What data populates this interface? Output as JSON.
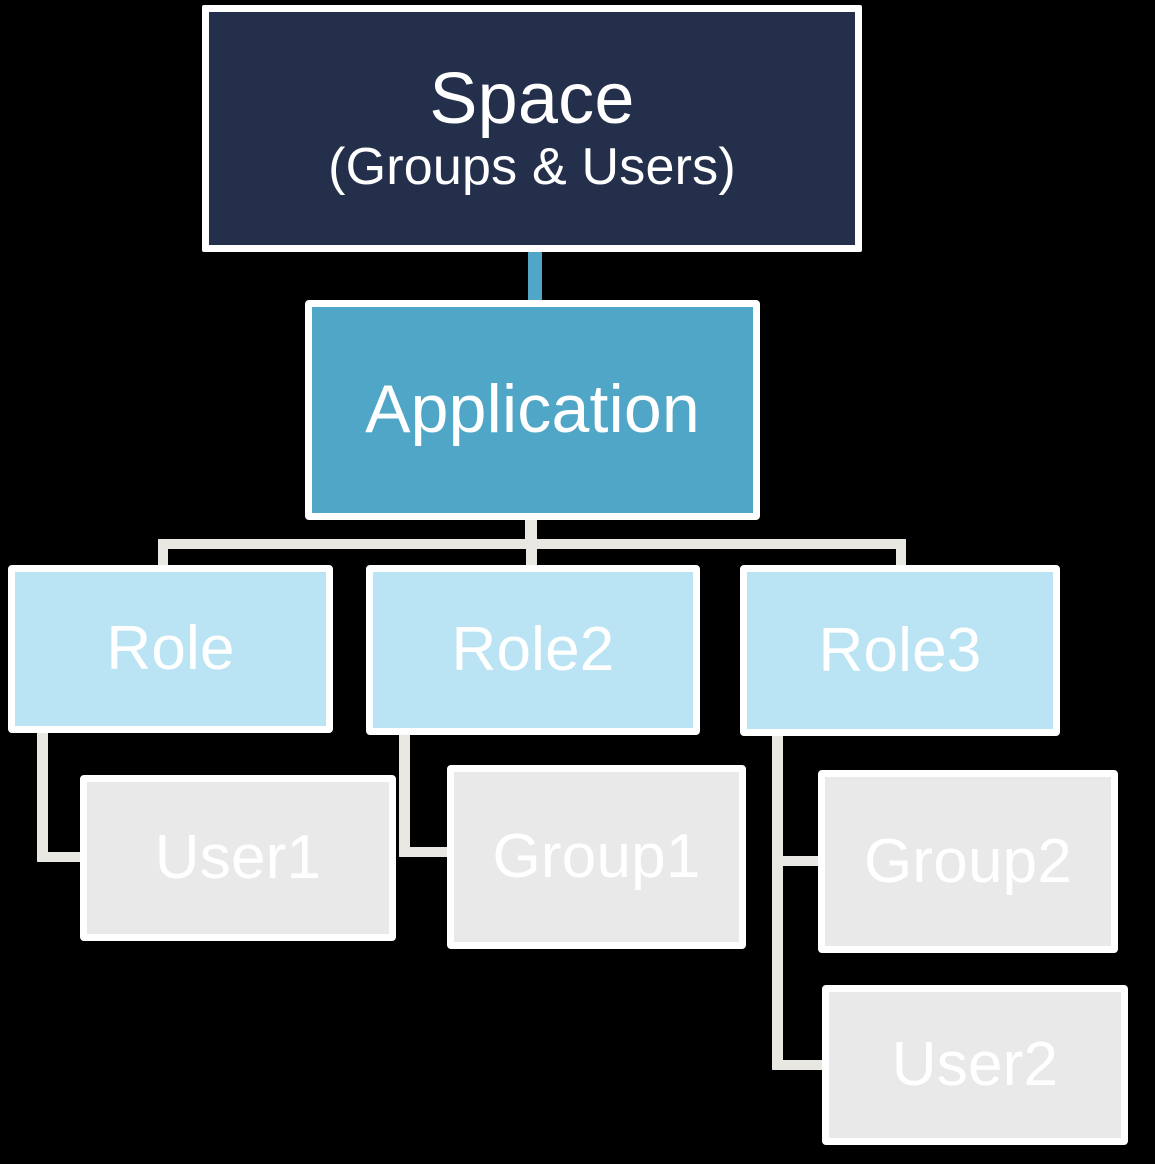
{
  "diagram": {
    "background_color": "#000000",
    "connector_color": "#e9e7e1",
    "accent_connector_color": "#4fa6c6",
    "nodes": {
      "space": {
        "line1": "Space",
        "line2": "(Groups  & Users)",
        "fill": "#242f4b",
        "text_color": "#ffffff"
      },
      "application": {
        "label": "Application",
        "fill": "#4fa6c6",
        "text_color": "#ffffff"
      },
      "role": {
        "label": "Role",
        "fill": "#bae4f3",
        "text_color": "#ffffff"
      },
      "role2": {
        "label": "Role2",
        "fill": "#bae4f3",
        "text_color": "#ffffff"
      },
      "role3": {
        "label": "Role3",
        "fill": "#bae4f3",
        "text_color": "#ffffff"
      },
      "user1": {
        "label": "User1",
        "fill": "#e9e9e9",
        "text_color": "#ffffff"
      },
      "group1": {
        "label": "Group1",
        "fill": "#e9e9e9",
        "text_color": "#ffffff"
      },
      "group2": {
        "label": "Group2",
        "fill": "#e9e9e9",
        "text_color": "#ffffff"
      },
      "user2": {
        "label": "User2",
        "fill": "#e9e9e9",
        "text_color": "#ffffff"
      }
    }
  }
}
